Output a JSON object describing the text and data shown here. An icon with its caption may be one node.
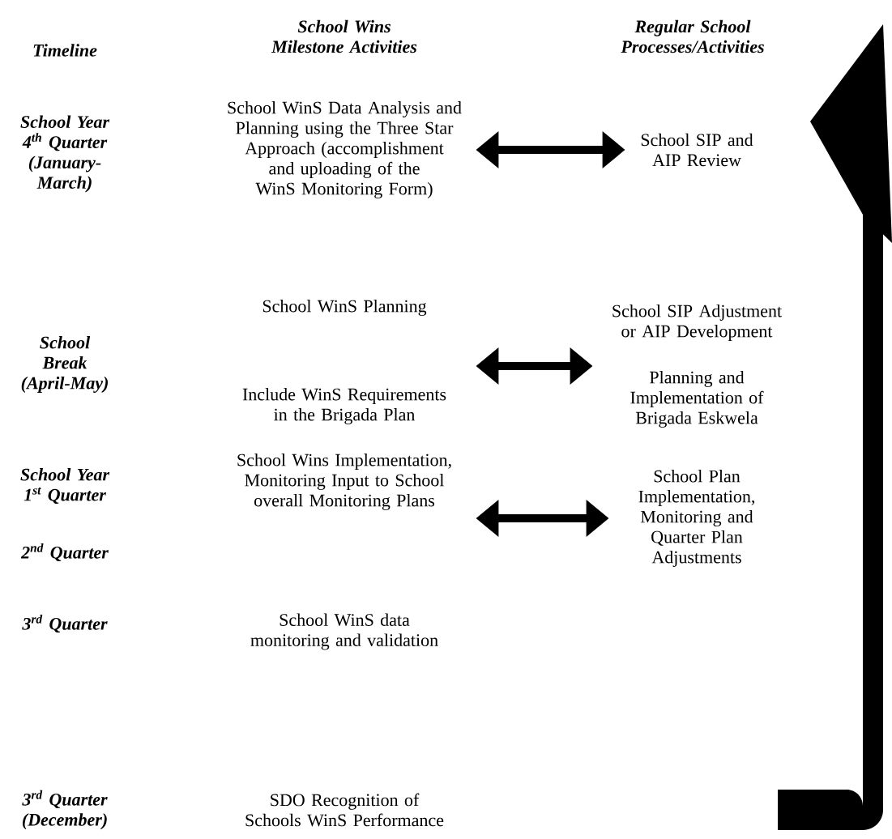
{
  "diagram": {
    "nodes": [
      {
        "text": [
          "School WinS Data Analysis and Planning using the Three Star Approach (accomplishment and uploading of the WinS Monitoring Form)"
        ]
      },
      {
        "text": [
          "School SIP and AIP Review"
        ]
      },
      {
        "text": [
          "School WinS Planning",
          "Include WinS Requirements in the Brigada Plan"
        ]
      },
      {
        "text": [
          "School SIP Adjustment or AIP Development",
          "Planning and Implementation of Brigada Eskwela"
        ]
      },
      {
        "text": [
          "School Wins Implementation, Monitoring Input to School overall Monitoring Plans"
        ]
      },
      {
        "text": [
          "School Plan Implementation, Monitoring and Quarter Plan Adjustments"
        ]
      }
    ],
    "edges": [
      {
        "from": 0,
        "to": 1,
        "arrow": "both"
      },
      {
        "from": 2,
        "to": 3,
        "arrow": "both"
      },
      {
        "from": 4,
        "to": 5,
        "arrow": "both"
      }
    ],
    "labels": [
      "Timeline",
      "School Wins Milestone Activities",
      "Regular School Processes/Activities",
      "School Year 4$^{th}$ Quarter (January-March)",
      "School Break (April-May)",
      "School Year 1$^{st}$ Quarter",
      "2$^{nd}$ Quarter",
      "3$^{rd}$ Quarter",
      "School WinS data monitoring and validation",
      "3$^{rd}$ Quarter (December)",
      "SDO Recognition of Schools WinS Performance"
    ]
  }
}
